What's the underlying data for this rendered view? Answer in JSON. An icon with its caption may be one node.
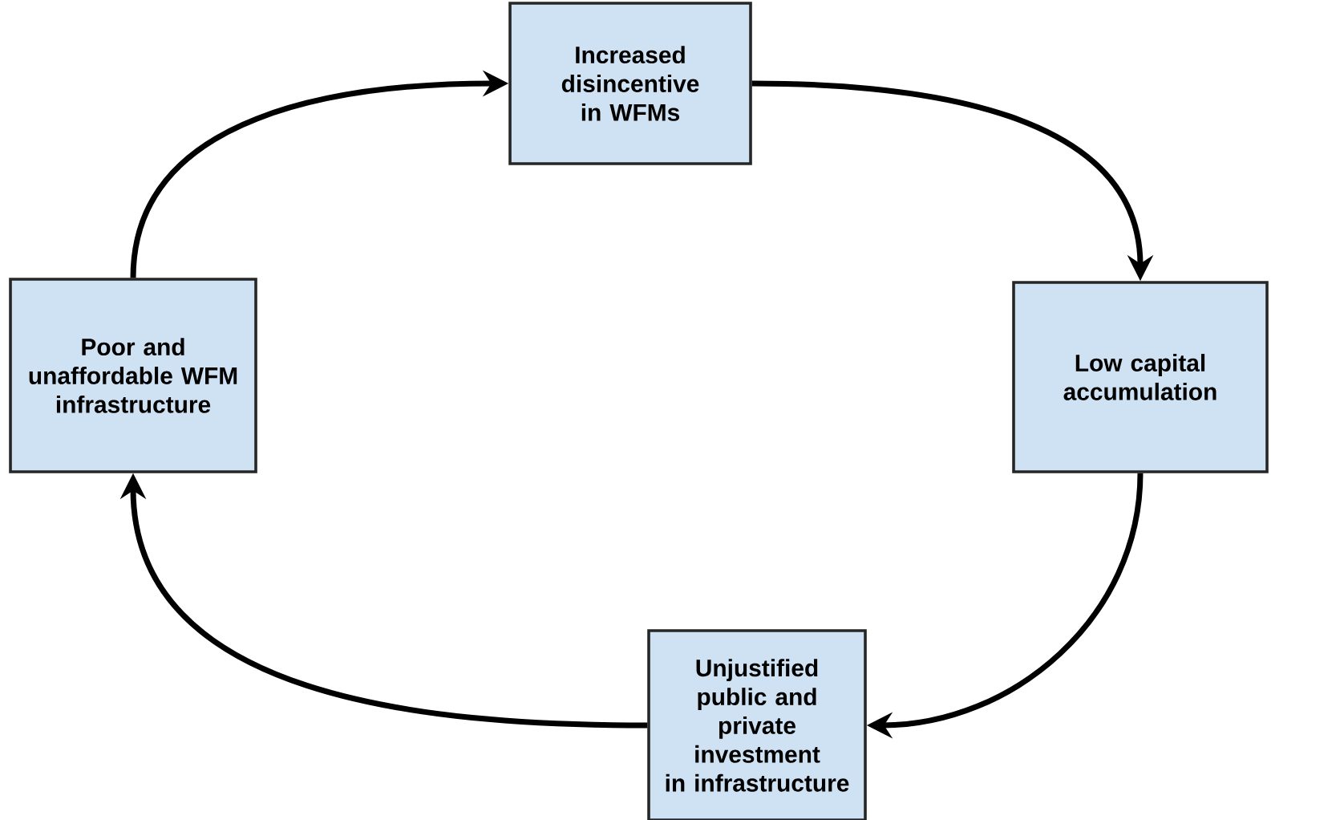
{
  "diagram": {
    "nodes": [
      {
        "text": [
          "Increased disincentive in WFMs"
        ]
      },
      {
        "text": [
          "Low capital accumulation"
        ]
      },
      {
        "text": [
          "Unjustified public and private investment in infrastructure"
        ]
      },
      {
        "text": [
          "Poor and unaffordable WFM infrastructure"
        ]
      }
    ],
    "edges": [
      {
        "from": 0,
        "to": 1,
        "arrow": "to"
      },
      {
        "from": 1,
        "to": 2,
        "arrow": "to"
      },
      {
        "from": 2,
        "to": 3,
        "arrow": "to"
      },
      {
        "from": 3,
        "to": 0,
        "arrow": "to"
      }
    ]
  }
}
